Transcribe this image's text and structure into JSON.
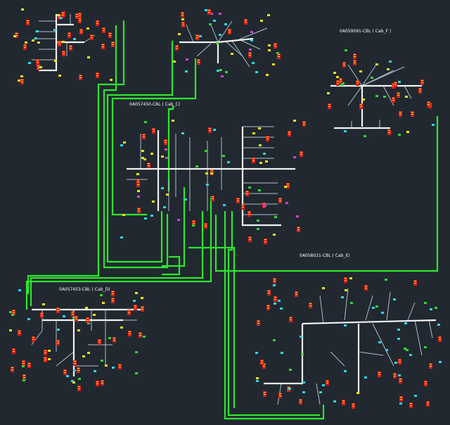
{
  "diagram": {
    "title": "",
    "background_color": "#212830",
    "colors": {
      "trunk": "#f2f2f2",
      "branch": "#aebfd0",
      "connection": "#2ee62e",
      "connector_red": "#d61f1f",
      "connector_yellow": "#f2e21a",
      "connector_cyan": "#2fd6e6",
      "connector_magenta": "#d63fd6",
      "connector_green": "#35d435",
      "label_text": "#ffffff"
    },
    "harness_labels": {
      "f": "0A059091-CBL ( Cab_F )",
      "c": "0A057450-CBL ( Cab_C)",
      "e": "0A058021-CBL ( Cab_E)",
      "d": "0A057453-CBL ( Cab_D)"
    }
  }
}
